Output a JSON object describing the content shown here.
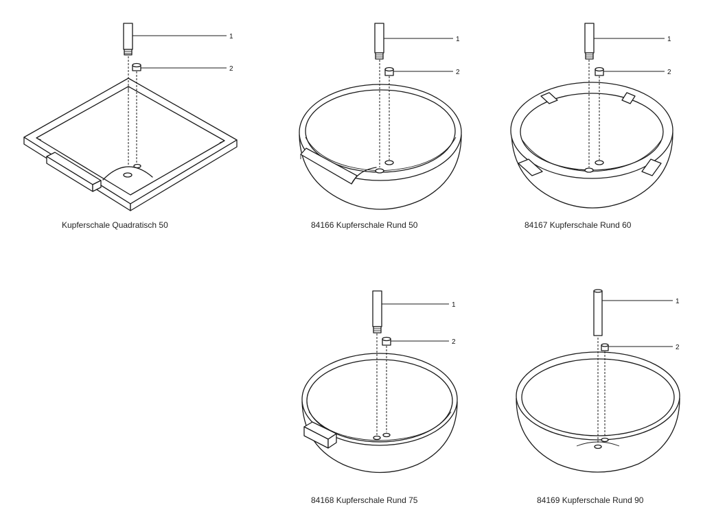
{
  "colors": {
    "line": "#1a1a1a",
    "background": "#ffffff"
  },
  "callouts": {
    "pipe": "1",
    "plug": "2"
  },
  "products": [
    {
      "caption": "Kupferschale Quadratisch 50"
    },
    {
      "caption": "84166 Kupferschale Rund 50"
    },
    {
      "caption": "84167 Kupferschale Rund 60"
    },
    {
      "caption": "84168 Kupferschale Rund 75"
    },
    {
      "caption": "84169 Kupferschale Rund 90"
    }
  ]
}
